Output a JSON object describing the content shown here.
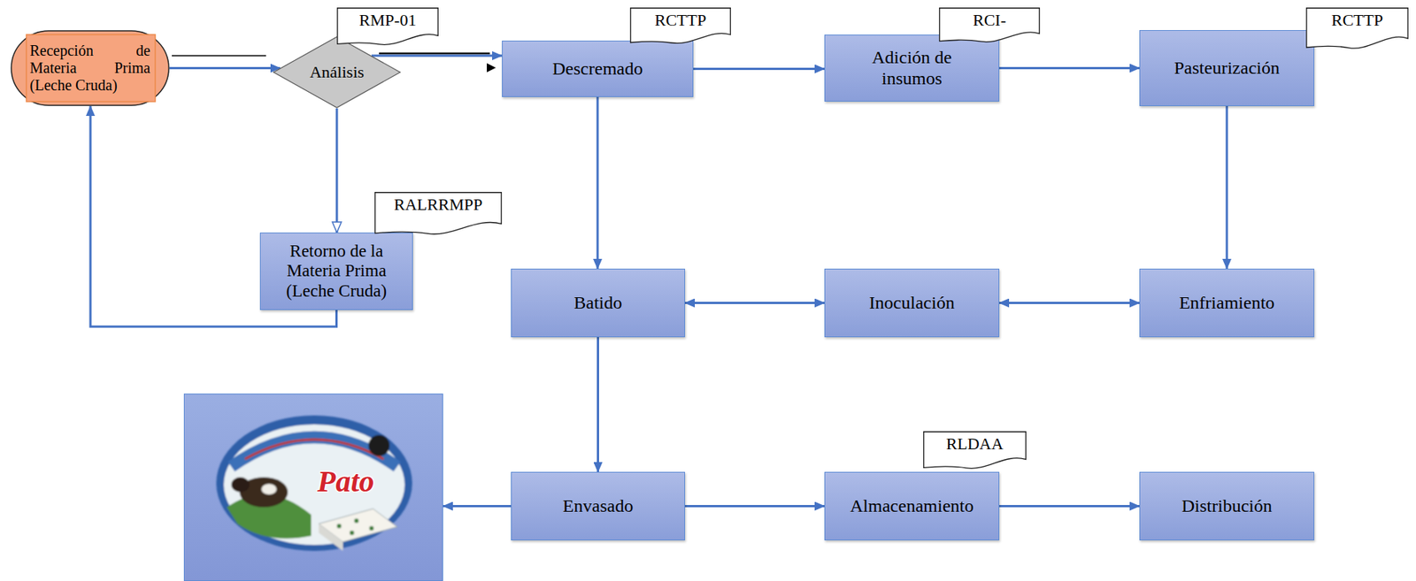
{
  "diagram": {
    "nodes": [
      {
        "text": [
          "Recepción de Materia Prima (Leche Cruda)"
        ]
      },
      {
        "text": [
          "RMP-01"
        ]
      },
      {
        "text": [
          "Análisis"
        ]
      },
      {
        "text": [
          "RCTTP"
        ]
      },
      {
        "text": [
          "Descremado"
        ]
      },
      {
        "text": [
          "RCI-"
        ]
      },
      {
        "text": [
          "Adición de insumos"
        ]
      },
      {
        "text": [
          "RCTTP"
        ]
      },
      {
        "text": [
          "Pasteurización"
        ]
      },
      {
        "text": [
          "RALRRMPP"
        ]
      },
      {
        "text": [
          "Retorno de la Materia Prima (Leche Cruda)"
        ]
      },
      {
        "text": [
          "Batido"
        ]
      },
      {
        "text": [
          "Inoculación"
        ]
      },
      {
        "text": [
          "Enfriamiento"
        ]
      },
      {
        "text": [
          "Pato"
        ]
      },
      {
        "text": [
          "Envasado"
        ]
      },
      {
        "text": [
          "RLDAA"
        ]
      },
      {
        "text": [
          "Almacenamiento"
        ]
      },
      {
        "text": [
          "Distribución"
        ]
      }
    ],
    "edges": [
      {
        "from": 0,
        "to": 2,
        "arrow": "to"
      },
      {
        "from": 2,
        "to": 4,
        "arrow": "to"
      },
      {
        "from": 2,
        "to": 10,
        "arrow": "to"
      },
      {
        "from": 10,
        "to": 0,
        "arrow": "to"
      },
      {
        "from": 4,
        "to": 6,
        "arrow": "to"
      },
      {
        "from": 6,
        "to": 8,
        "arrow": "to"
      },
      {
        "from": 4,
        "to": 11,
        "arrow": "to"
      },
      {
        "from": 8,
        "to": 13,
        "arrow": "to"
      },
      {
        "from": 11,
        "to": 12,
        "arrow": "both"
      },
      {
        "from": 12,
        "to": 13,
        "arrow": "both"
      },
      {
        "from": 11,
        "to": 15,
        "arrow": "to"
      },
      {
        "from": 15,
        "to": 14,
        "arrow": "to"
      },
      {
        "from": 15,
        "to": 17,
        "arrow": "to"
      },
      {
        "from": 17,
        "to": 18,
        "arrow": "to"
      }
    ]
  }
}
